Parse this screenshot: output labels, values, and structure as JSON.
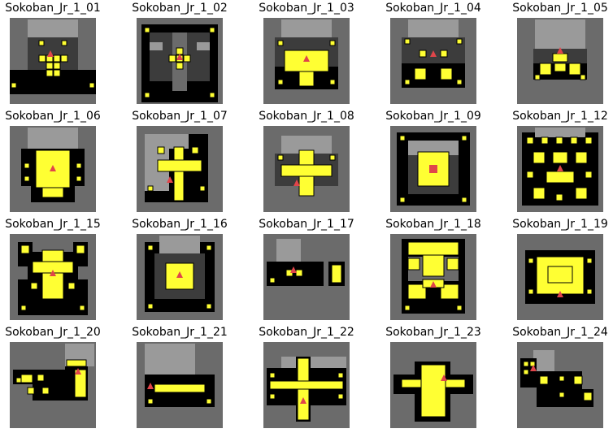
{
  "levels": [
    {
      "title": "Sokoban_Jr_1_01"
    },
    {
      "title": "Sokoban_Jr_1_02"
    },
    {
      "title": "Sokoban_Jr_1_03"
    },
    {
      "title": "Sokoban_Jr_1_04"
    },
    {
      "title": "Sokoban_Jr_1_05"
    },
    {
      "title": "Sokoban_Jr_1_06"
    },
    {
      "title": "Sokoban_Jr_1_07"
    },
    {
      "title": "Sokoban_Jr_1_08"
    },
    {
      "title": "Sokoban_Jr_1_09"
    },
    {
      "title": "Sokoban_Jr_1_12"
    },
    {
      "title": "Sokoban_Jr_1_15"
    },
    {
      "title": "Sokoban_Jr_1_16"
    },
    {
      "title": "Sokoban_Jr_1_17"
    },
    {
      "title": "Sokoban_Jr_1_18"
    },
    {
      "title": "Sokoban_Jr_1_19"
    },
    {
      "title": "Sokoban_Jr_1_20"
    },
    {
      "title": "Sokoban_Jr_1_21"
    },
    {
      "title": "Sokoban_Jr_1_22"
    },
    {
      "title": "Sokoban_Jr_1_23"
    },
    {
      "title": "Sokoban_Jr_1_24"
    }
  ],
  "colors": {
    "background": "#6b6b6b",
    "wall": "#000000",
    "goal_region": "#9a9a9a",
    "box": "#ffff33",
    "box_outline": "#000000",
    "player": "#e0454a"
  }
}
